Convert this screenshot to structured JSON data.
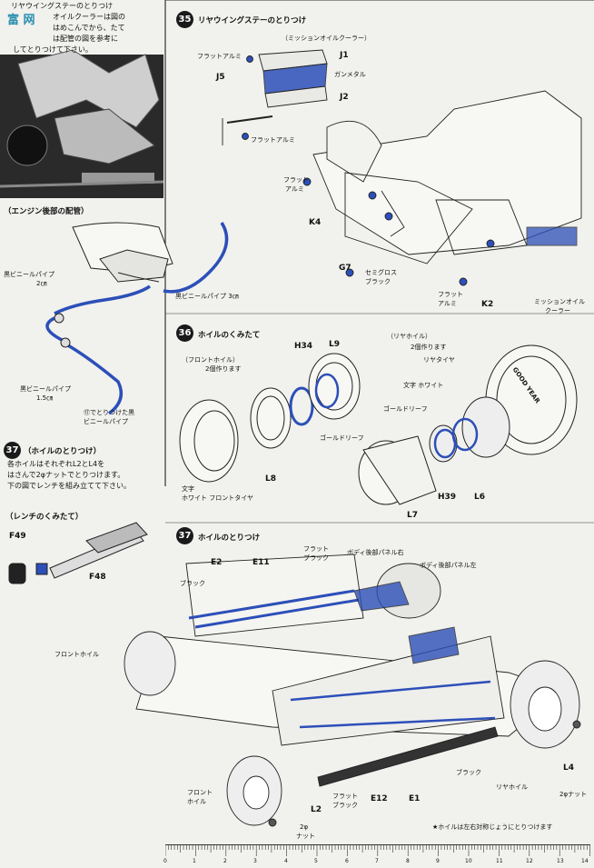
{
  "top_left": {
    "caption_lines": [
      "リヤウイングステーのとりつけ",
      "オイルクーラーは図の",
      "はめこんでから、たて",
      "は配管の図を参考に",
      "してとりつけて下さい。"
    ],
    "watermark": "富 网",
    "piping_title": "（エンジン後部の配管）",
    "labels": {
      "black_pipe_2": "黒ビニールパイプ",
      "black_pipe_2_len": "2㎝",
      "black_pipe_3": "黒ビニールパイプ 3㎝",
      "black_pipe_15": "黒ビニールパイプ",
      "black_pipe_15_len": "1.5㎝",
      "cut_pipe_1": "⑰でとりつけた黒",
      "cut_pipe_2": "ビニールパイプ"
    }
  },
  "step35": {
    "number": "35",
    "title": "リヤウイングステーのとりつけ",
    "subtitle": "（ミッションオイルクーラー）",
    "parts": {
      "j1": "J1",
      "j2": "J2",
      "j5": "J5",
      "k4": "K4",
      "k2": "K2",
      "g7": "G7"
    },
    "labels": {
      "flat_alumi_a": "フラットアルミ",
      "gunmetal": "ガンメタル",
      "flat_alumi_b": "フラットアルミ",
      "flat_alumi_c1": "フラット",
      "flat_alumi_c2": "アルミ",
      "semi_gloss_1": "セミグロス",
      "semi_gloss_2": "ブラック",
      "flat_alumi_d1": "フラット",
      "flat_alumi_d2": "アルミ",
      "mission_1": "ミッションオイル",
      "mission_2": "クーラー"
    }
  },
  "step36": {
    "number": "36",
    "title": "ホイルのくみたて",
    "front_title": "（フロントホイル）",
    "front_qty": "2個作ります",
    "rear_title": "（リヤホイル）",
    "rear_qty": "2個作ります",
    "parts": {
      "h34": "H34",
      "l9": "L9",
      "l8": "L8",
      "l7": "L7",
      "h39": "H39",
      "l6": "L6"
    },
    "labels": {
      "rear_tire": "リヤタイヤ",
      "text_white": "文字 ホワイト",
      "gold_leaf_a": "ゴールドリーフ",
      "gold_leaf_b": "ゴールドリーフ",
      "front_text_1": "文字",
      "front_text_2": "ホワイト フロントタイヤ",
      "tire_brand": "GOOD YEAR"
    }
  },
  "step37_left": {
    "number": "37",
    "title": "（ホイルのとりつけ）",
    "body_lines": [
      "各ホイルはそれぞれL2とL4を",
      "はさんで2φナットでとりつけます。",
      "下の図でレンチを組み立てて下さい。"
    ],
    "wrench_title": "（レンチのくみたて）",
    "parts": {
      "f49": "F49",
      "f48": "F48"
    }
  },
  "step37_main": {
    "number": "37",
    "title": "ホイルのとりつけ",
    "parts": {
      "e2": "E2",
      "e11": "E11",
      "e12": "E12",
      "e1": "E1",
      "l2": "L2",
      "l4": "L4"
    },
    "labels": {
      "flat_black_1": "フラット",
      "flat_black_2": "ブラック",
      "black_a": "ブラック",
      "body_panel_right": "ボディ後部パネル右",
      "body_panel_left": "ボディ後部パネル左",
      "front_wheel": "フロントホイル",
      "front_wheel_2a": "フロント",
      "front_wheel_2b": "ホイル",
      "rear_wheel": "リヤホイル",
      "black_b": "ブラック",
      "flat_black_3": "フラット",
      "flat_black_4": "ブラック",
      "nut_2a": "2φ",
      "nut_2b": "ナット",
      "nut_right": "2φナット",
      "note": "★ホイルは左右対称じょうにとりつけます"
    }
  },
  "ruler": {
    "ticks": [
      "0",
      "1",
      "2",
      "3",
      "4",
      "5",
      "6",
      "7",
      "8",
      "9",
      "10",
      "11",
      "12",
      "13",
      "14"
    ]
  },
  "colors": {
    "accent": "#2c4fb8",
    "ink": "#111111",
    "paper": "#f1f1ee"
  }
}
